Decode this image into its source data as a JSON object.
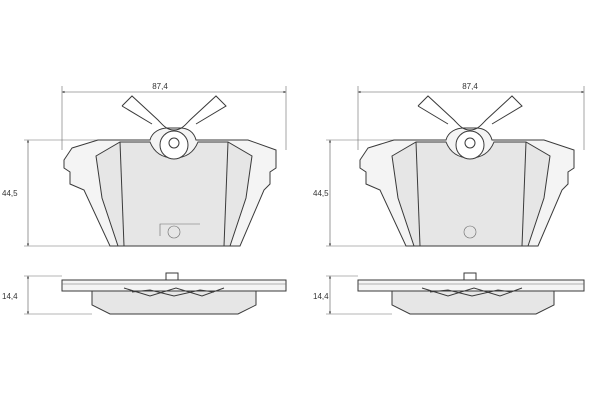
{
  "drawings": [
    {
      "width_label": "87,4",
      "height_label": "44,5",
      "thickness_label": "14,4"
    },
    {
      "width_label": "87,4",
      "height_label": "44,5",
      "thickness_label": "14,4"
    }
  ],
  "colors": {
    "line": "#3a3a3a",
    "friction_fill": "#e6e6e6",
    "background": "#ffffff"
  }
}
